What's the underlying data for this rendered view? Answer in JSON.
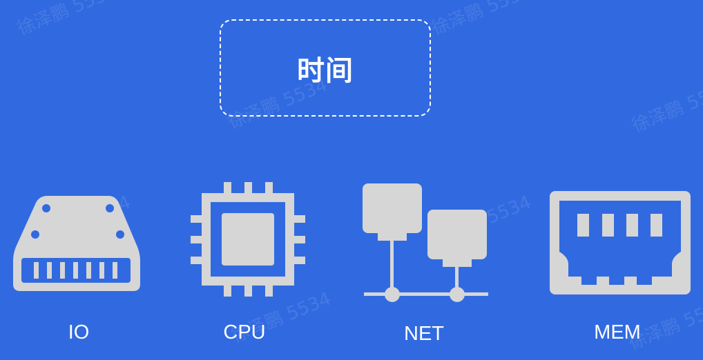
{
  "title": "时间",
  "resources": [
    {
      "label": "IO",
      "icon": "hard-drive-icon"
    },
    {
      "label": "CPU",
      "icon": "cpu-chip-icon"
    },
    {
      "label": "NET",
      "icon": "network-icon"
    },
    {
      "label": "MEM",
      "icon": "memory-module-icon"
    }
  ],
  "watermark": "徐泽鹏 5534",
  "colors": {
    "background": "#316ae0",
    "icon_fill": "#d6d6d6",
    "text": "#ffffff"
  }
}
